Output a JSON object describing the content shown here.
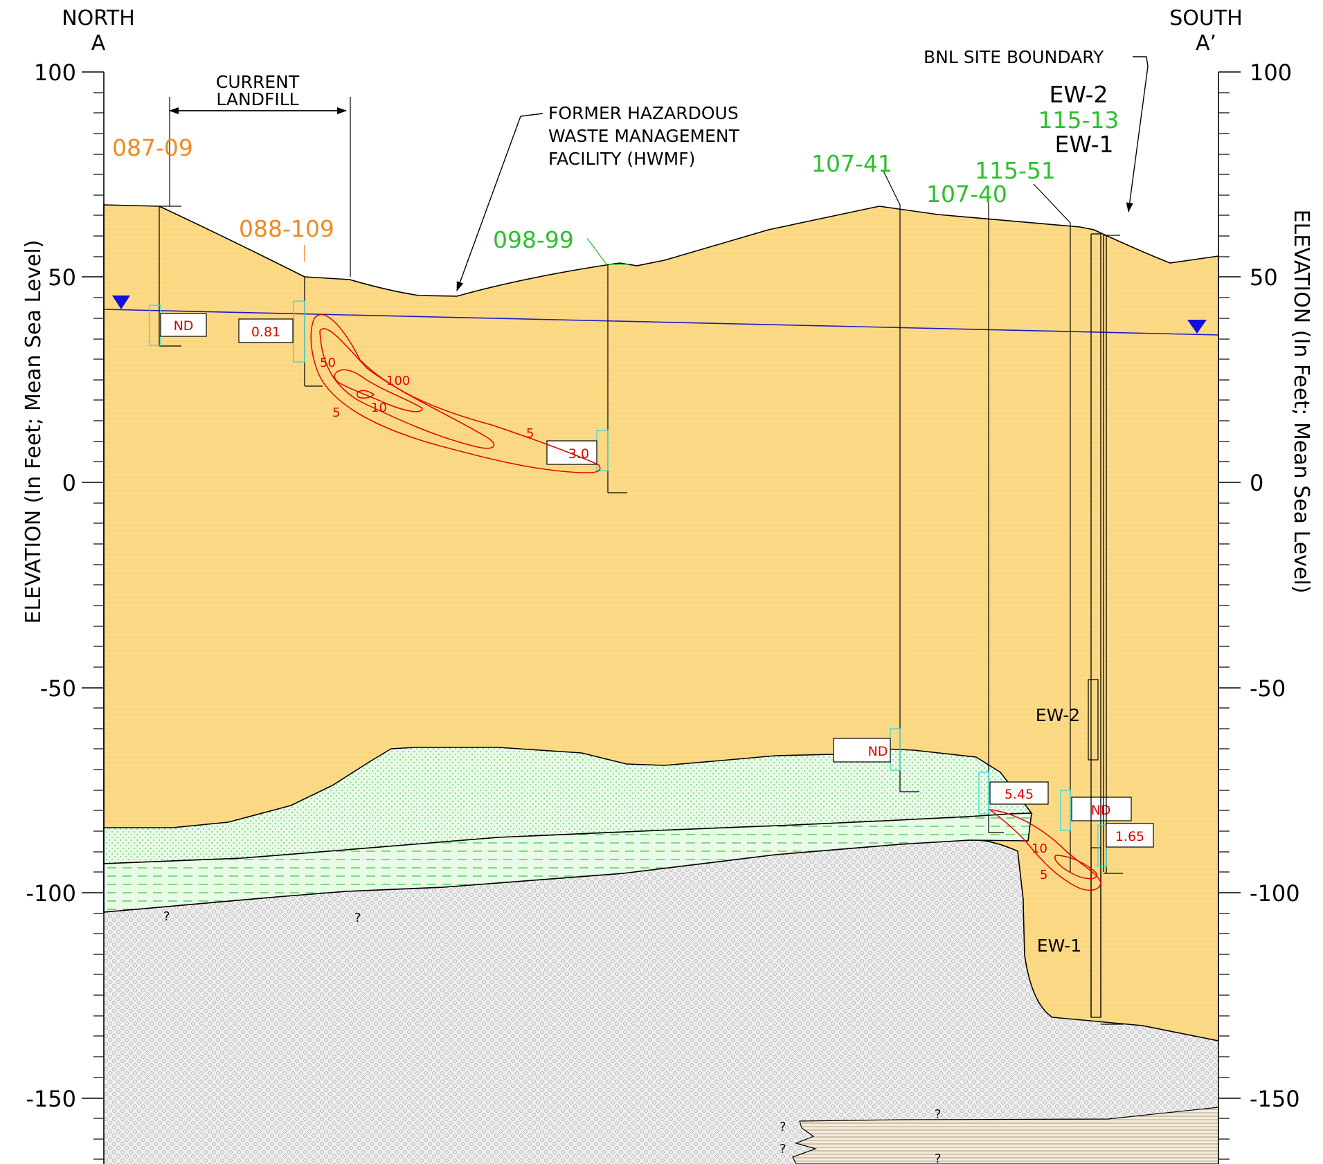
{
  "header": {
    "north": "NORTH",
    "north_mark": "A",
    "south": "SOUTH",
    "south_mark": "A’"
  },
  "axis": {
    "title": "ELEVATION (In Feet; Mean Sea Level)",
    "ticks": [
      "100",
      "50",
      "0",
      "-50",
      "-100",
      "-150"
    ],
    "tick_values": [
      100,
      50,
      0,
      -50,
      -100,
      -150
    ]
  },
  "annotations": {
    "landfill_line1": "CURRENT",
    "landfill_line2": "LANDFILL",
    "hwmf_line1": "FORMER HAZARDOUS",
    "hwmf_line2": "WASTE MANAGEMENT",
    "hwmf_line3": "FACILITY (HWMF)",
    "boundary": "BNL SITE BOUNDARY"
  },
  "wells": {
    "w087_09": "087-09",
    "w088_109": "088-109",
    "w098_99": "098-99",
    "w107_41": "107-41",
    "w107_40": "107-40",
    "w115_51": "115-51",
    "w115_13": "115-13",
    "ew2_top": "EW-2",
    "ew1_top": "EW-1",
    "ew2_screen": "EW-2",
    "ew1_screen": "EW-1"
  },
  "values": {
    "v087_09": "ND",
    "v088_109": "0.81",
    "v098_99": "3.0",
    "v107_41": "ND",
    "v107_40": "5.45",
    "v115_51": "ND",
    "v115_13": "1.65"
  },
  "contours": {
    "c100": "100",
    "c50": "50",
    "c10a": "10",
    "c5a": "5",
    "c5b": "5",
    "c10b": "10",
    "c5c": "5"
  },
  "unknown_mark": "?",
  "colors": {
    "sand": "#fcd985",
    "silt": "#e7fbe6",
    "silt_dash": "#3fbf3f",
    "gravel": "#eeeeee",
    "water_table": "#1a1ac8",
    "contour": "#e00000",
    "screen": "#38d8d8",
    "orange_label": "#f08a24",
    "green_label": "#2cc02c"
  }
}
